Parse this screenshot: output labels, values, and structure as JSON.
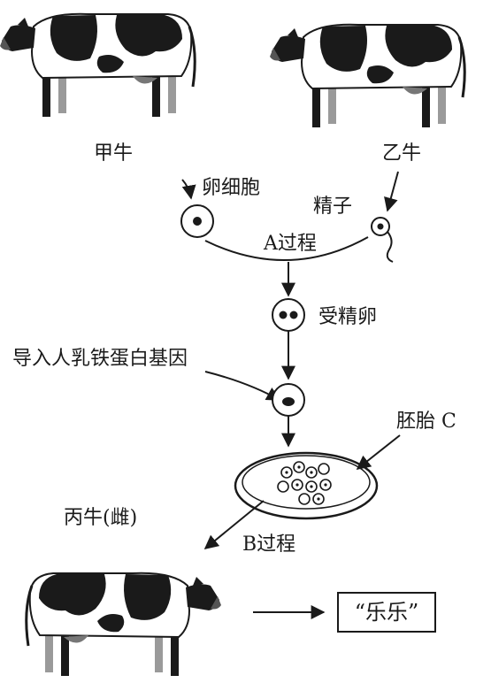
{
  "labels": {
    "cow_a": "甲牛",
    "cow_b": "乙牛",
    "egg": "卵细胞",
    "sperm": "精子",
    "process_a": "A过程",
    "zygote": "受精卵",
    "gene": "导入人乳铁蛋白基因",
    "embryo": "胚胎 C",
    "cow_c": "丙牛(雌)",
    "process_b": "B过程",
    "result": "“乐乐”"
  },
  "icons": {
    "cow": "holstein-cow",
    "cell": "cell-with-nucleus",
    "dish": "petri-dish"
  },
  "colors": {
    "ink": "#1a1a1a",
    "background": "#ffffff"
  }
}
